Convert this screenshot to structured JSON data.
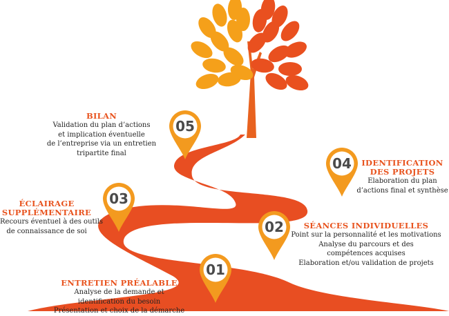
{
  "colors": {
    "road": "#e84e22",
    "pin": "#f39a1f",
    "title": "#e8531e",
    "trunk": "#e8621f",
    "leaf_left": "#f5a01a",
    "leaf_right": "#e9501f"
  },
  "steps": [
    {
      "number": "01",
      "title_lines": [
        "ENTRETIEN PRÉALABLE"
      ],
      "lines": [
        "Analyse de la demande et",
        "identification du besoin",
        "Présentation et choix de la démarche"
      ]
    },
    {
      "number": "02",
      "title_lines": [
        "SÉANCES INDIVIDUELLES"
      ],
      "lines": [
        "Point sur la personnalité et les motivations",
        "Analyse du parcours et des",
        "compétences acquises",
        "Elaboration et/ou validation de projets"
      ]
    },
    {
      "number": "03",
      "title_lines": [
        "ÉCLAIRAGE",
        "SUPPLÉMENTAIRE"
      ],
      "lines": [
        "Recours éventuel à des outils",
        "de connaissance de soi"
      ]
    },
    {
      "number": "04",
      "title_lines": [
        "IDENTIFICATION",
        "DES PROJETS"
      ],
      "lines": [
        "Elaboration du plan",
        "d’actions final et synthèse"
      ]
    },
    {
      "number": "05",
      "title_lines": [
        "BILAN"
      ],
      "lines": [
        "Validation du plan d’actions",
        "et implication éventuelle",
        "de l’entreprise via un entretien",
        "tripartite final"
      ]
    }
  ]
}
